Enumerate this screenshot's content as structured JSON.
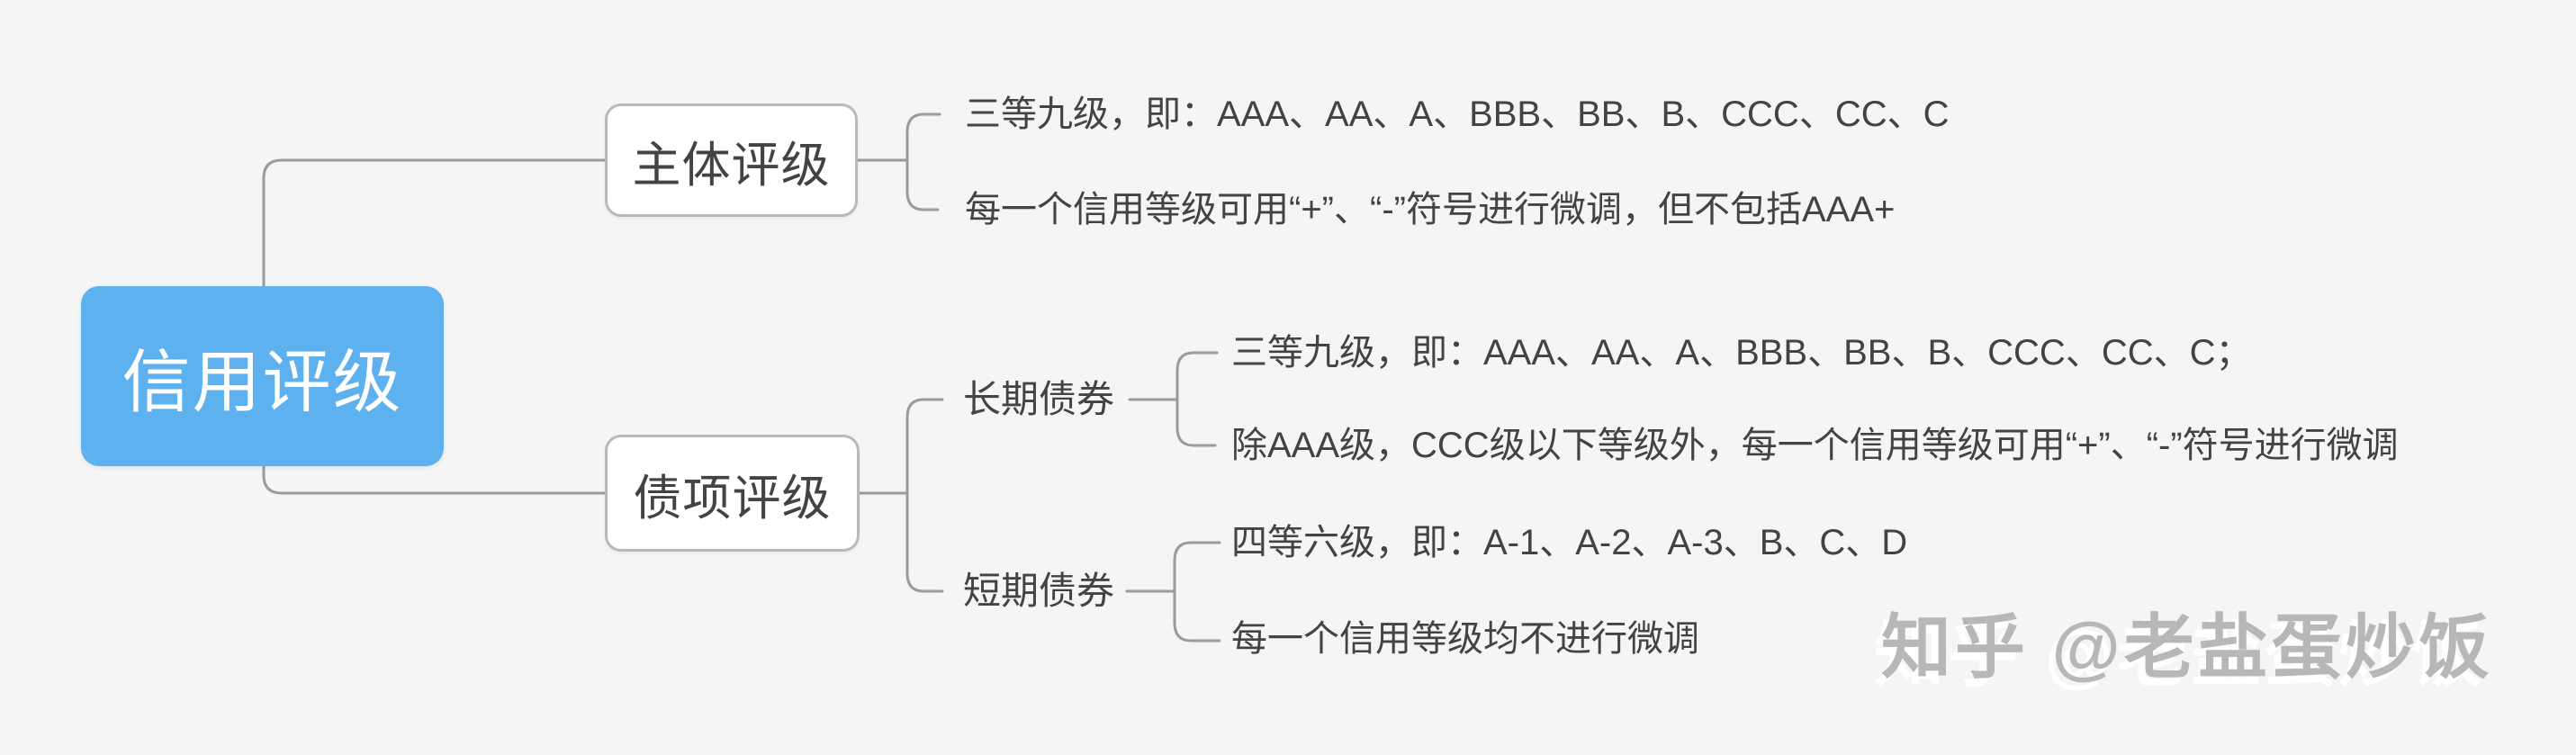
{
  "page": {
    "watermark": "知乎 @老盐蛋炒饭"
  },
  "colors": {
    "accent-blue": "#5eb1ef",
    "line": "#9b9b9b",
    "box-border": "#b9b9b9",
    "text": "#434343",
    "background": "#f5f5f6",
    "watermark": "#b7b7b7"
  },
  "mindmap": {
    "root": {
      "label": "信用评级"
    },
    "branches": [
      {
        "label": "主体评级",
        "children": [
          {
            "label": "三等九级，即：AAA、AA、A、BBB、BB、B、CCC、CC、C"
          },
          {
            "label": "每一个信用等级可用“+”、“-”符号进行微调，但不包括AAA+"
          }
        ]
      },
      {
        "label": "债项评级",
        "children": [
          {
            "label": "长期债券",
            "children": [
              {
                "label": "三等九级，即：AAA、AA、A、BBB、BB、B、CCC、CC、C；"
              },
              {
                "label": "除AAA级，CCC级以下等级外，每一个信用等级可用“+”、“-”符号进行微调"
              }
            ]
          },
          {
            "label": "短期债券",
            "children": [
              {
                "label": "四等六级，即：A-1、A-2、A-3、B、C、D"
              },
              {
                "label": "每一个信用等级均不进行微调"
              }
            ]
          }
        ]
      }
    ]
  }
}
